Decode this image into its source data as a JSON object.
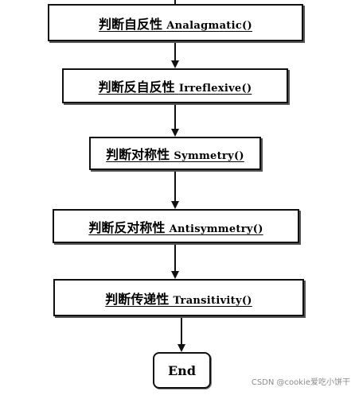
{
  "flowchart": {
    "steps": [
      {
        "cn": "判断自反性",
        "fn": "Analagmatic()"
      },
      {
        "cn": "判断反自反性",
        "fn": "Irreflexive()"
      },
      {
        "cn": "判断对称性",
        "fn": "Symmetry()"
      },
      {
        "cn": "判断反对称性",
        "fn": "Antisymmetry()"
      },
      {
        "cn": "判断传递性",
        "fn": "Transitivity()"
      }
    ],
    "end_label": "End"
  },
  "watermark": "CSDN @cookie爱吃小饼干"
}
